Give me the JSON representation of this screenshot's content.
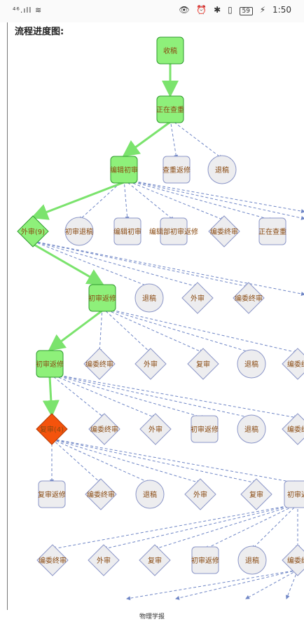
{
  "status_bar": {
    "left": "⁴⁶.ıll ≋",
    "icons": [
      "eye-icon",
      "alarm-icon",
      "bluetooth-icon",
      "vibrate-icon"
    ],
    "battery": "59",
    "charging": "⚡",
    "time": "1:50"
  },
  "title": "流程进度图:",
  "footer": "物理学报",
  "colors": {
    "active_fill": "#8ef07a",
    "active_stroke": "#2e9a2e",
    "current_fill": "#f4530c",
    "current_stroke": "#b33a05",
    "node_fill": "#ededef",
    "node_stroke": "#8b96c8",
    "text": "#8a4b12",
    "edge_active": "#7be36d",
    "edge_dashed": "#6f86c6"
  },
  "nodes": [
    {
      "id": "n0",
      "label": "收稿",
      "shape": "rect",
      "state": "done"
    },
    {
      "id": "n1",
      "label": "正在查重",
      "shape": "rect",
      "state": "done"
    },
    {
      "id": "n2",
      "label": "编辑初审",
      "shape": "rect",
      "state": "done"
    },
    {
      "id": "n3",
      "label": "查重返修",
      "shape": "rect",
      "state": "option"
    },
    {
      "id": "n4",
      "label": "退稿",
      "shape": "circle",
      "state": "option"
    },
    {
      "id": "n5",
      "label": "外审(9)",
      "shape": "diamond",
      "state": "done"
    },
    {
      "id": "n6",
      "label": "初审退稿",
      "shape": "circle",
      "state": "option"
    },
    {
      "id": "n7",
      "label": "编辑初审",
      "shape": "rect",
      "state": "option"
    },
    {
      "id": "n8",
      "label": "编辑部初审返修",
      "shape": "rect",
      "state": "option"
    },
    {
      "id": "n9",
      "label": "编委终审",
      "shape": "diamond",
      "state": "option"
    },
    {
      "id": "n10",
      "label": "正在查重",
      "shape": "rect",
      "state": "option"
    },
    {
      "id": "n11",
      "label": "初审返修",
      "shape": "rect",
      "state": "done"
    },
    {
      "id": "n12",
      "label": "退稿",
      "shape": "circle",
      "state": "option"
    },
    {
      "id": "n13",
      "label": "外审",
      "shape": "diamond",
      "state": "option"
    },
    {
      "id": "n14",
      "label": "编委终审",
      "shape": "diamond",
      "state": "option"
    },
    {
      "id": "n15",
      "label": "初审返修",
      "shape": "rect",
      "state": "done"
    },
    {
      "id": "n16",
      "label": "编委终审",
      "shape": "diamond",
      "state": "option"
    },
    {
      "id": "n17",
      "label": "外审",
      "shape": "diamond",
      "state": "option"
    },
    {
      "id": "n18",
      "label": "复审",
      "shape": "diamond",
      "state": "option"
    },
    {
      "id": "n19",
      "label": "退稿",
      "shape": "circle",
      "state": "option"
    },
    {
      "id": "n20",
      "label": "编委终",
      "shape": "diamond",
      "state": "option"
    },
    {
      "id": "n21",
      "label": "复审(4)",
      "shape": "diamond",
      "state": "current"
    },
    {
      "id": "n22",
      "label": "编委终审",
      "shape": "diamond",
      "state": "option"
    },
    {
      "id": "n23",
      "label": "外审",
      "shape": "diamond",
      "state": "option"
    },
    {
      "id": "n24",
      "label": "初审返修",
      "shape": "rect",
      "state": "option"
    },
    {
      "id": "n25",
      "label": "退稿",
      "shape": "circle",
      "state": "option"
    },
    {
      "id": "n26",
      "label": "编委终",
      "shape": "diamond",
      "state": "option"
    },
    {
      "id": "n27",
      "label": "复审返修",
      "shape": "rect",
      "state": "option"
    },
    {
      "id": "n28",
      "label": "编委终审",
      "shape": "diamond",
      "state": "option"
    },
    {
      "id": "n29",
      "label": "退稿",
      "shape": "circle",
      "state": "option"
    },
    {
      "id": "n30",
      "label": "外审",
      "shape": "diamond",
      "state": "option"
    },
    {
      "id": "n31",
      "label": "复审",
      "shape": "diamond",
      "state": "option"
    },
    {
      "id": "n32",
      "label": "初审返",
      "shape": "rect",
      "state": "option"
    },
    {
      "id": "n33",
      "label": "编委终审",
      "shape": "diamond",
      "state": "option"
    },
    {
      "id": "n34",
      "label": "外审",
      "shape": "diamond",
      "state": "option"
    },
    {
      "id": "n35",
      "label": "复审",
      "shape": "diamond",
      "state": "option"
    },
    {
      "id": "n36",
      "label": "初审返修",
      "shape": "rect",
      "state": "option"
    },
    {
      "id": "n37",
      "label": "退稿",
      "shape": "circle",
      "state": "option"
    },
    {
      "id": "n38",
      "label": "编委终",
      "shape": "diamond",
      "state": "option"
    }
  ],
  "edges_active": [
    [
      "n0",
      "n1"
    ],
    [
      "n1",
      "n2"
    ],
    [
      "n2",
      "n5"
    ],
    [
      "n5",
      "n11"
    ],
    [
      "n11",
      "n15"
    ],
    [
      "n15",
      "n21"
    ]
  ],
  "edges_dashed": [
    [
      "n1",
      "n3"
    ],
    [
      "n1",
      "n4"
    ],
    [
      "n2",
      "n7"
    ],
    [
      "n2",
      "n8"
    ],
    [
      "n2",
      "n6"
    ],
    [
      "n2",
      "n9"
    ],
    [
      "n2",
      "n10"
    ],
    [
      "n2",
      "right1"
    ],
    [
      "n2",
      "right2"
    ],
    [
      "n5",
      "n12"
    ],
    [
      "n5",
      "n13"
    ],
    [
      "n5",
      "n14"
    ],
    [
      "n5",
      "right3"
    ],
    [
      "n11",
      "n16"
    ],
    [
      "n11",
      "n17"
    ],
    [
      "n11",
      "n18"
    ],
    [
      "n11",
      "n19"
    ],
    [
      "n11",
      "n20"
    ],
    [
      "n15",
      "n22"
    ],
    [
      "n15",
      "n23"
    ],
    [
      "n15",
      "n24"
    ],
    [
      "n15",
      "n25"
    ],
    [
      "n15",
      "n26"
    ],
    [
      "n21",
      "n27"
    ],
    [
      "n21",
      "n28"
    ],
    [
      "n21",
      "n29"
    ],
    [
      "n21",
      "n30"
    ],
    [
      "n21",
      "n31"
    ],
    [
      "n21",
      "n32"
    ],
    [
      "n32",
      "n33"
    ],
    [
      "n32",
      "n34"
    ],
    [
      "n32",
      "n35"
    ],
    [
      "n32",
      "n36"
    ],
    [
      "n32",
      "n37"
    ],
    [
      "n32",
      "n38"
    ],
    [
      "n38",
      "b1"
    ],
    [
      "n38",
      "b2"
    ],
    [
      "n38",
      "b3"
    ],
    [
      "n38",
      "b4"
    ]
  ]
}
